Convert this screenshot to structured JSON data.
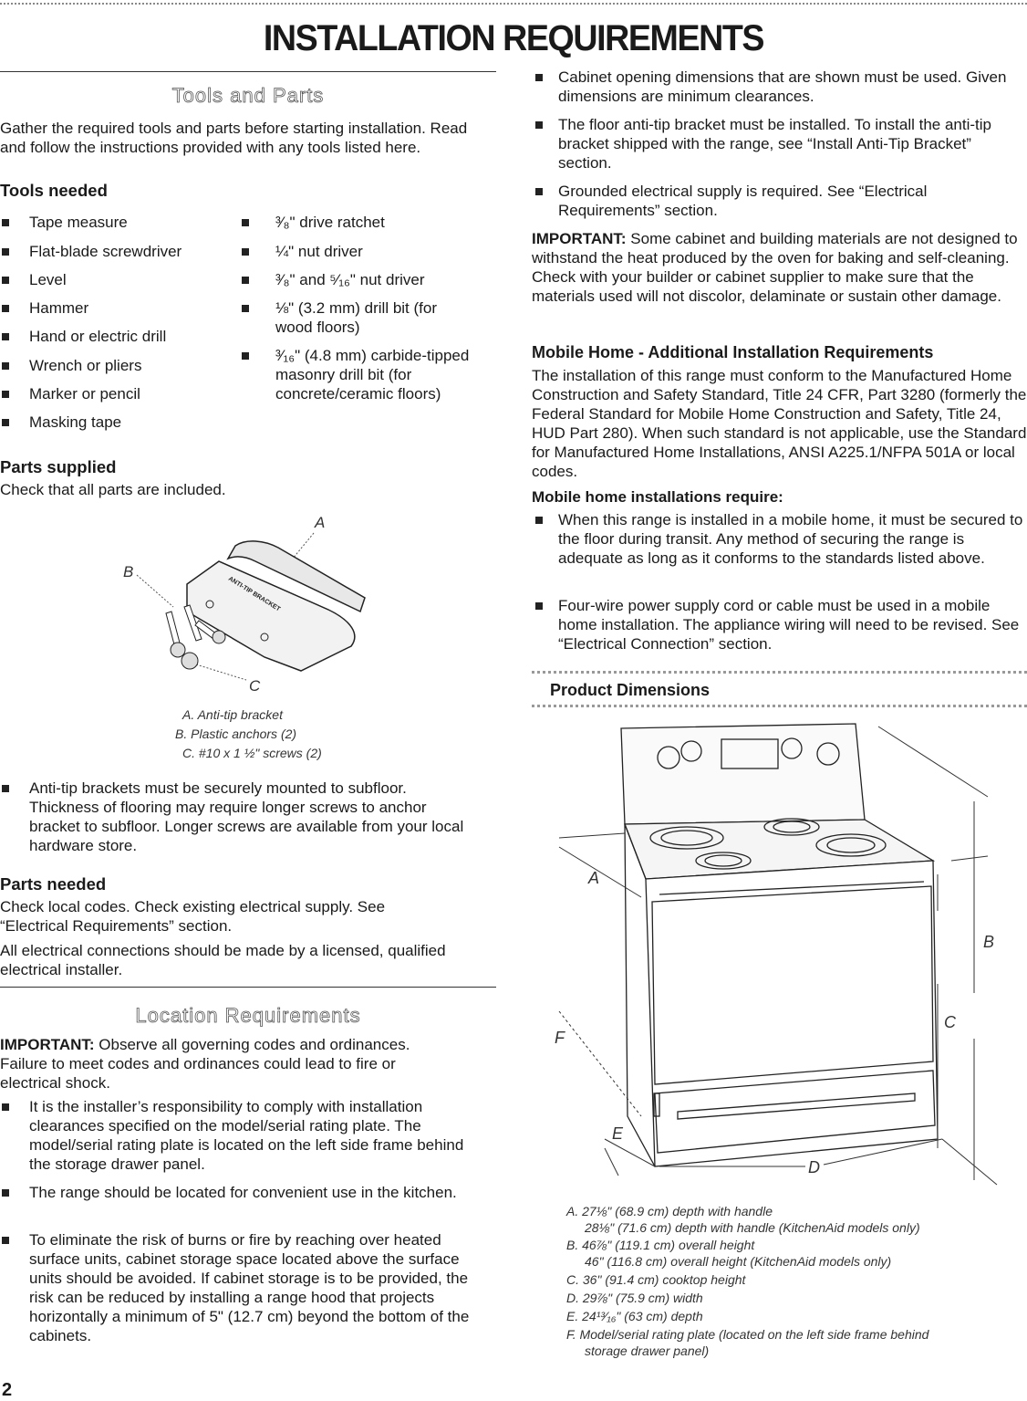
{
  "page": {
    "title": "INSTALLATION REQUIREMENTS",
    "page_number": "2"
  },
  "tools_parts": {
    "heading": "Tools and Parts",
    "intro": "Gather the required tools and parts before starting installation. Read and follow the instructions provided with any tools listed here.",
    "tools_needed_heading": "Tools needed",
    "tools_col1": [
      "Tape measure",
      "Flat-blade screwdriver",
      "Level",
      "Hammer",
      "Hand or electric drill",
      "Wrench or pliers",
      "Marker or pencil",
      "Masking tape"
    ],
    "tools_col2": [
      "³⁄₈\" drive ratchet",
      "¼\" nut driver",
      "³⁄₈\" and ⁵⁄₁₆\" nut driver",
      "⅛\" (3.2 mm) drill bit (for wood floors)",
      "³⁄₁₆\" (4.8 mm) carbide-tipped masonry drill bit (for concrete/ceramic floors)"
    ],
    "parts_supplied_heading": "Parts supplied",
    "parts_supplied_text": "Check that all parts are included.",
    "bracket_label": "ANTI-TIP BRACKET",
    "callout_a": "A",
    "callout_b": "B",
    "callout_c": "C",
    "captions": [
      "A. Anti-tip bracket",
      "B. Plastic anchors (2)",
      "C. #10 x 1 ½\" screws (2)"
    ],
    "anti_tip_bullet": "Anti-tip brackets must be securely mounted to subfloor. Thickness of flooring may require longer screws to anchor bracket to subfloor. Longer screws are available from your local hardware store.",
    "parts_needed_heading": "Parts needed",
    "parts_needed_text1": "Check local codes. Check existing electrical supply. See “Electrical Requirements” section.",
    "parts_needed_text2": "All electrical connections should be made by a licensed, qualified electrical installer."
  },
  "location": {
    "heading": "Location Requirements",
    "important_label": "IMPORTANT:",
    "important_text": " Observe all governing codes and ordinances. Failure to meet codes and ordinances could lead to fire or electrical shock.",
    "bullets": [
      "It is the installer’s responsibility to comply with installation clearances specified on the model/serial rating plate. The model/serial rating plate is located on the left side frame behind the storage drawer panel.",
      "The range should be located for convenient use in the kitchen.",
      "To eliminate the risk of burns or fire by reaching over heated surface units, cabinet storage space located above the surface units should be avoided. If cabinet storage is to be provided, the risk can be reduced by installing a range hood that projects horizontally a minimum of 5\" (12.7 cm) beyond the bottom of the cabinets."
    ]
  },
  "right": {
    "bullets": [
      "Cabinet opening dimensions that are shown must be used. Given dimensions are minimum clearances.",
      "The floor anti-tip bracket must be installed. To install the anti-tip bracket shipped with the range, see “Install Anti-Tip Bracket” section.",
      "Grounded electrical supply is required. See “Electrical Requirements” section."
    ],
    "important_label": "IMPORTANT:",
    "important_text": " Some cabinet and building materials are not designed to withstand the heat produced by the oven for baking and self-cleaning. Check with your builder or cabinet supplier to make sure that the materials used will not discolor, delaminate or sustain other damage.",
    "mobile_heading": "Mobile Home - Additional Installation Requirements",
    "mobile_text": "The installation of this range must conform to the Manufactured Home Construction and Safety Standard, Title 24 CFR, Part 3280 (formerly the Federal Standard for Mobile Home Construction and Safety, Title 24, HUD Part 280). When such standard is not applicable, use the Standard for Manufactured Home Installations, ANSI A225.1/NFPA 501A or local codes.",
    "mobile_sub_heading": "Mobile home installations require:",
    "mobile_bullets": [
      "When this range is installed in a mobile home, it must be secured to the floor during transit. Any method of securing the range is adequate as long as it conforms to the standards listed above.",
      "Four-wire power supply cord or cable must be used in a mobile home installation. The appliance wiring will need to be revised. See “Electrical Connection” section."
    ],
    "product_dimensions_heading": "Product Dimensions",
    "dim_labels": {
      "a": "A",
      "b": "B",
      "c": "C",
      "d": "D",
      "e": "E",
      "f": "F"
    },
    "dim_captions": [
      "A. 27⅛\" (68.9 cm) depth with handle",
      "28⅛\" (71.6 cm) depth with handle (KitchenAid models only)",
      "B. 46⅞\" (119.1 cm) overall height",
      "46\" (116.8 cm) overall height (KitchenAid models only)",
      "C. 36\" (91.4 cm) cooktop height",
      "D. 29⅞\" (75.9 cm) width",
      "E. 24¹³⁄₁₆\" (63 cm) depth",
      "F. Model/serial rating plate (located on the left side frame behind",
      "storage drawer panel)"
    ]
  }
}
